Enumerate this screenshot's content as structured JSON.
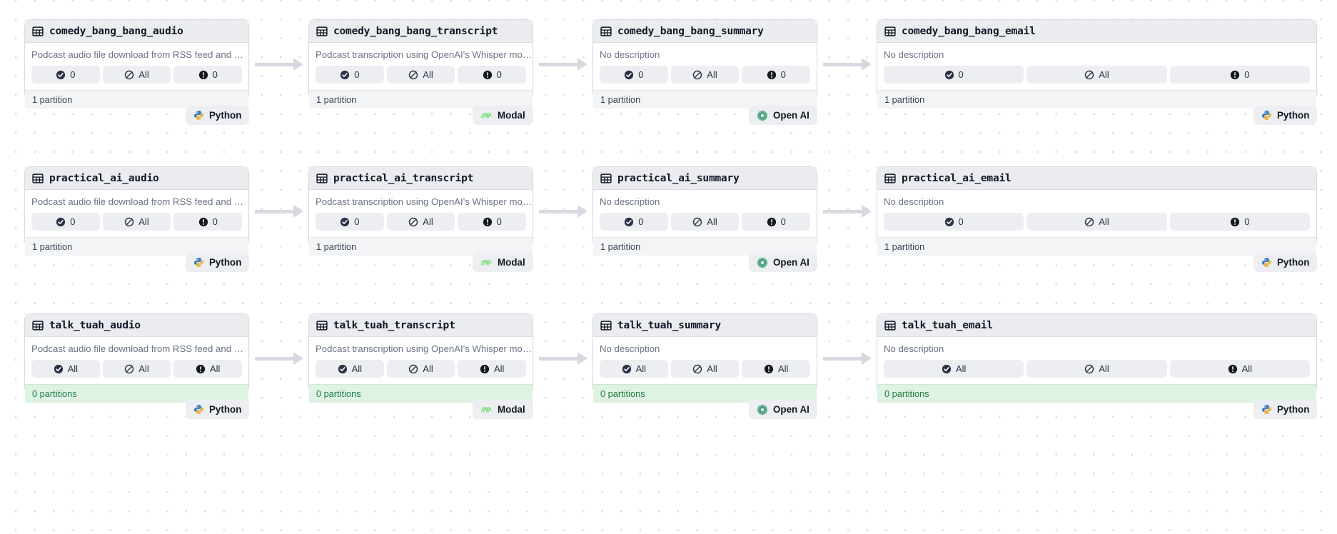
{
  "canvas": {
    "background_color": "#ffffff",
    "dot_color": "#dcdce3",
    "edge_color": "#d7d9e0"
  },
  "descriptions": {
    "audio": "Podcast audio file download from RSS feed and …",
    "transcript": "Podcast transcription using OpenAI's Whisper mo…",
    "none": "No description"
  },
  "badges": {
    "check_label": "check-circle",
    "slash_label": "slash-circle",
    "warn_label": "exclamation-circle"
  },
  "kinds": {
    "python": "Python",
    "modal": "Modal",
    "openai": "Open AI"
  },
  "rows": [
    {
      "id": "comedy_bang_bang",
      "state": "normal",
      "nodes": [
        {
          "title": "comedy_bang_bang_audio",
          "description": "Podcast audio file download from RSS feed and …",
          "badges": [
            "0",
            "All",
            "0"
          ],
          "footer": "1 partition",
          "kind": "Python"
        },
        {
          "title": "comedy_bang_bang_transcript",
          "description": "Podcast transcription using OpenAI's Whisper mo…",
          "badges": [
            "0",
            "All",
            "0"
          ],
          "footer": "1 partition",
          "kind": "Modal"
        },
        {
          "title": "comedy_bang_bang_summary",
          "description": "No description",
          "badges": [
            "0",
            "All",
            "0"
          ],
          "footer": "1 partition",
          "kind": "Open AI"
        },
        {
          "title": "comedy_bang_bang_email",
          "description": "No description",
          "badges": [
            "0",
            "All",
            "0"
          ],
          "footer": "1 partition",
          "kind": "Python"
        }
      ]
    },
    {
      "id": "practical_ai",
      "state": "normal",
      "nodes": [
        {
          "title": "practical_ai_audio",
          "description": "Podcast audio file download from RSS feed and …",
          "badges": [
            "0",
            "All",
            "0"
          ],
          "footer": "1 partition",
          "kind": "Python"
        },
        {
          "title": "practical_ai_transcript",
          "description": "Podcast transcription using OpenAI's Whisper mo…",
          "badges": [
            "0",
            "All",
            "0"
          ],
          "footer": "1 partition",
          "kind": "Modal"
        },
        {
          "title": "practical_ai_summary",
          "description": "No description",
          "badges": [
            "0",
            "All",
            "0"
          ],
          "footer": "1 partition",
          "kind": "Open AI"
        },
        {
          "title": "practical_ai_email",
          "description": "No description",
          "badges": [
            "0",
            "All",
            "0"
          ],
          "footer": "1 partition",
          "kind": "Python"
        }
      ]
    },
    {
      "id": "talk_tuah",
      "state": "green",
      "nodes": [
        {
          "title": "talk_tuah_audio",
          "description": "Podcast audio file download from RSS feed and …",
          "badges": [
            "All",
            "All",
            "All"
          ],
          "footer": "0 partitions",
          "kind": "Python"
        },
        {
          "title": "talk_tuah_transcript",
          "description": "Podcast transcription using OpenAI's Whisper mo…",
          "badges": [
            "All",
            "All",
            "All"
          ],
          "footer": "0 partitions",
          "kind": "Modal"
        },
        {
          "title": "talk_tuah_summary",
          "description": "No description",
          "badges": [
            "All",
            "All",
            "All"
          ],
          "footer": "0 partitions",
          "kind": "Open AI"
        },
        {
          "title": "talk_tuah_email",
          "description": "No description",
          "badges": [
            "All",
            "All",
            "All"
          ],
          "footer": "0 partitions",
          "kind": "Python"
        }
      ]
    }
  ]
}
